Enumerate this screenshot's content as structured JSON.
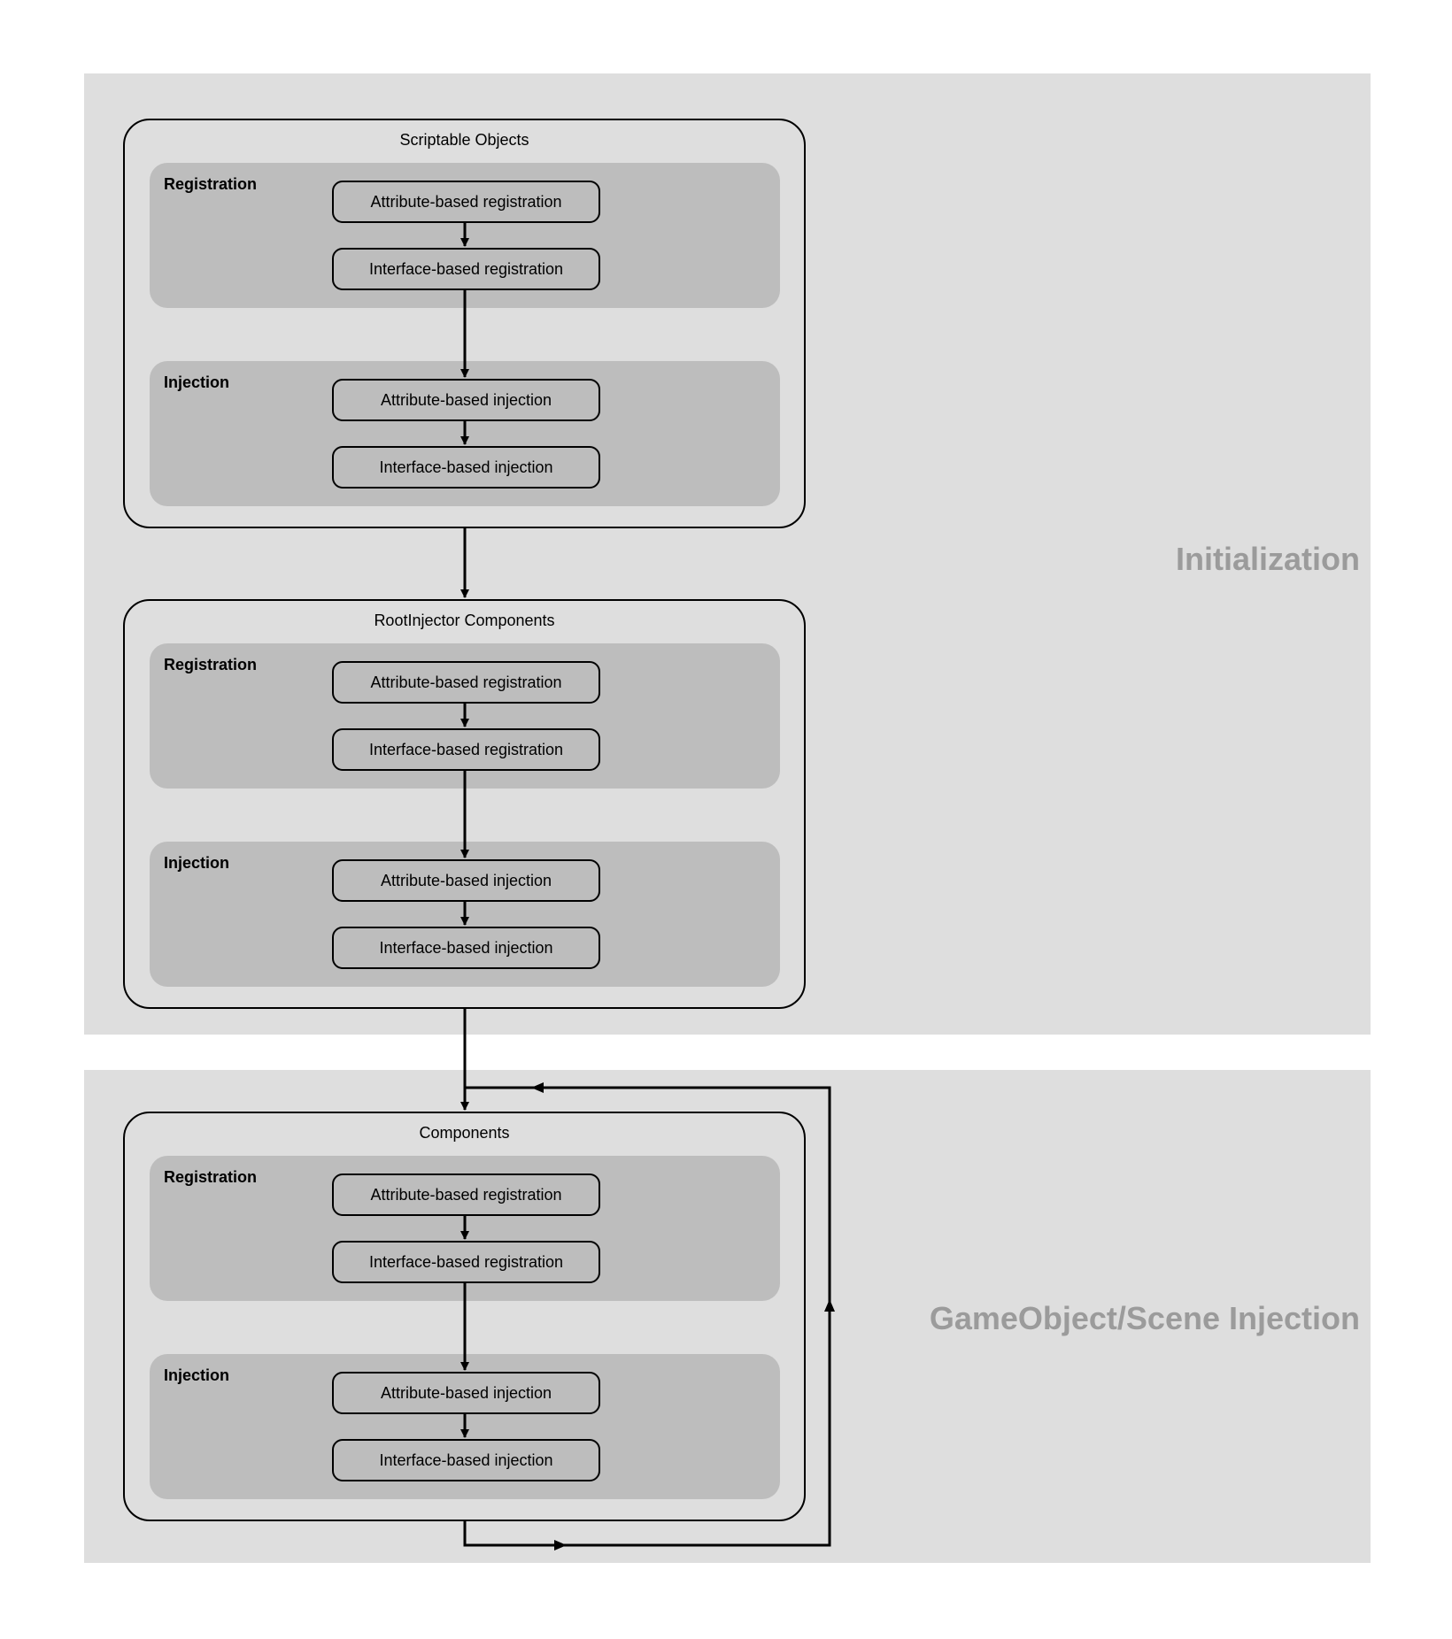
{
  "zones": {
    "initialization": "Initialization",
    "gameobject": "GameObject/Scene Injection"
  },
  "containers": [
    {
      "title": "Scriptable Objects",
      "registration": {
        "label": "Registration",
        "steps": [
          "Attribute-based registration",
          "Interface-based registration"
        ]
      },
      "injection": {
        "label": "Injection",
        "steps": [
          "Attribute-based injection",
          "Interface-based injection"
        ]
      }
    },
    {
      "title": "RootInjector Components",
      "registration": {
        "label": "Registration",
        "steps": [
          "Attribute-based registration",
          "Interface-based registration"
        ]
      },
      "injection": {
        "label": "Injection",
        "steps": [
          "Attribute-based injection",
          "Interface-based injection"
        ]
      }
    },
    {
      "title": "Components",
      "registration": {
        "label": "Registration",
        "steps": [
          "Attribute-based registration",
          "Interface-based registration"
        ]
      },
      "injection": {
        "label": "Injection",
        "steps": [
          "Attribute-based injection",
          "Interface-based injection"
        ]
      }
    }
  ],
  "colors": {
    "zone_bg": "#dedede",
    "group_bg": "#bdbdbd",
    "zone_label": "#9b9b9b",
    "line": "#000000"
  }
}
